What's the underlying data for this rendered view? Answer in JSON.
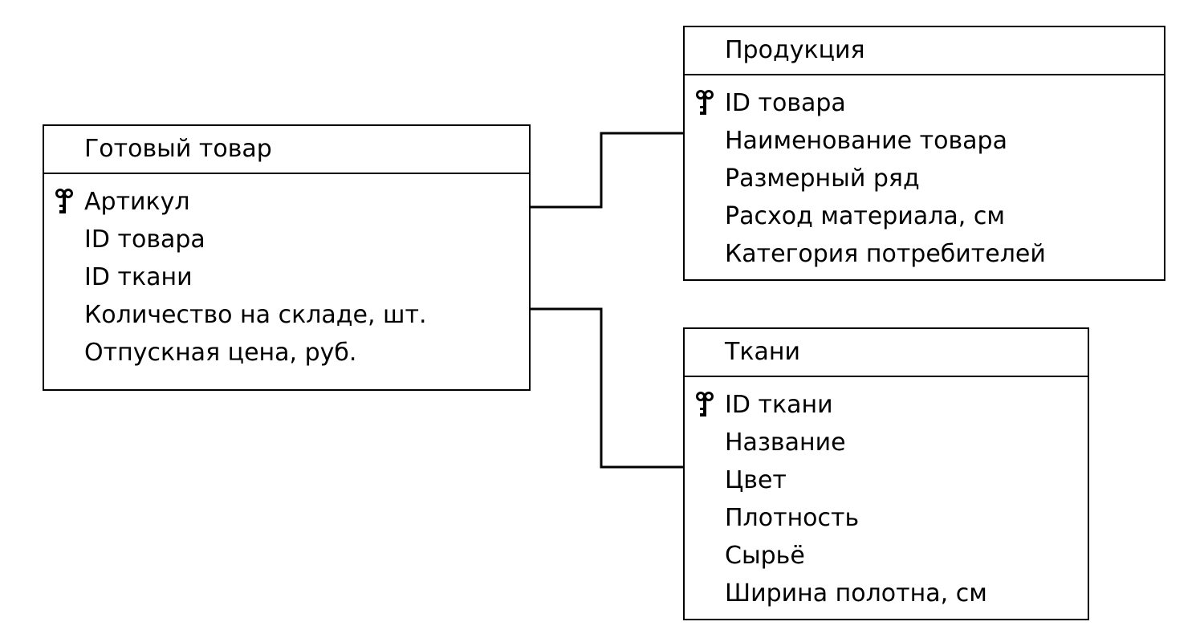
{
  "entities": {
    "finished_goods": {
      "title": "Готовый товар",
      "fields": [
        {
          "label": "Артикул",
          "is_key": true
        },
        {
          "label": "ID товара",
          "is_key": false
        },
        {
          "label": "ID ткани",
          "is_key": false
        },
        {
          "label": "Количество на складе, шт.",
          "is_key": false
        },
        {
          "label": "Отпускная цена, руб.",
          "is_key": false
        }
      ]
    },
    "products": {
      "title": "Продукция",
      "fields": [
        {
          "label": "ID товара",
          "is_key": true
        },
        {
          "label": "Наименование товара",
          "is_key": false
        },
        {
          "label": "Размерный ряд",
          "is_key": false
        },
        {
          "label": "Расход материала, см",
          "is_key": false
        },
        {
          "label": "Категория потребителей",
          "is_key": false
        }
      ]
    },
    "fabrics": {
      "title": "Ткани",
      "fields": [
        {
          "label": "ID ткани",
          "is_key": true
        },
        {
          "label": "Название",
          "is_key": false
        },
        {
          "label": "Цвет",
          "is_key": false
        },
        {
          "label": "Плотность",
          "is_key": false
        },
        {
          "label": "Сырьё",
          "is_key": false
        },
        {
          "label": "Ширина полотна, см",
          "is_key": false
        }
      ]
    }
  },
  "relationships": [
    {
      "from": "finished_goods",
      "to": "products"
    },
    {
      "from": "finished_goods",
      "to": "fabrics"
    }
  ],
  "icons": {
    "primary_key": "key-icon"
  },
  "colors": {
    "line": "#000000",
    "background": "#ffffff",
    "text": "#000000"
  }
}
